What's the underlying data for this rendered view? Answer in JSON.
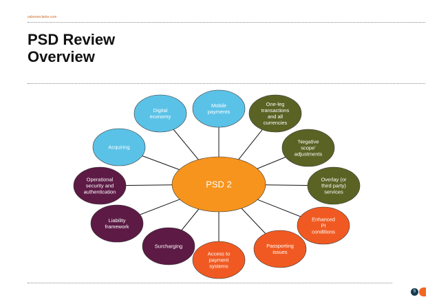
{
  "header": {
    "site": "osborneclarke.com"
  },
  "title": [
    "PSD Review",
    "Overview"
  ],
  "diagram": {
    "center": "PSD 2",
    "nodes": [
      {
        "lines": [
          "Mobile",
          "payments"
        ],
        "color": "#5bc2e7"
      },
      {
        "lines": [
          "One-leg",
          "transactions",
          "and all",
          "currencies"
        ],
        "color": "#5a6324"
      },
      {
        "lines": [
          "'Negative",
          "scope'",
          "adjustments"
        ],
        "color": "#5a6324"
      },
      {
        "lines": [
          "Overlay (or",
          "third party)",
          "services"
        ],
        "color": "#5a6324"
      },
      {
        "lines": [
          "Enhanced",
          "PI",
          "conditions"
        ],
        "color": "#f05a22"
      },
      {
        "lines": [
          "Passporting",
          "issues"
        ],
        "color": "#f05a22"
      },
      {
        "lines": [
          "Access to",
          "payment",
          "systems"
        ],
        "color": "#f05a22"
      },
      {
        "lines": [
          "Surcharging"
        ],
        "color": "#5c1a45"
      },
      {
        "lines": [
          "Liability",
          "framework"
        ],
        "color": "#5c1a45"
      },
      {
        "lines": [
          "Operational",
          "security and",
          "authentication"
        ],
        "color": "#5c1a45"
      },
      {
        "lines": [
          "Acquiring"
        ],
        "color": "#5bc2e7"
      },
      {
        "lines": [
          "Digital",
          "economy"
        ],
        "color": "#5bc2e7"
      }
    ],
    "center_color": "#f7941d"
  },
  "footer": {
    "page": "5"
  }
}
